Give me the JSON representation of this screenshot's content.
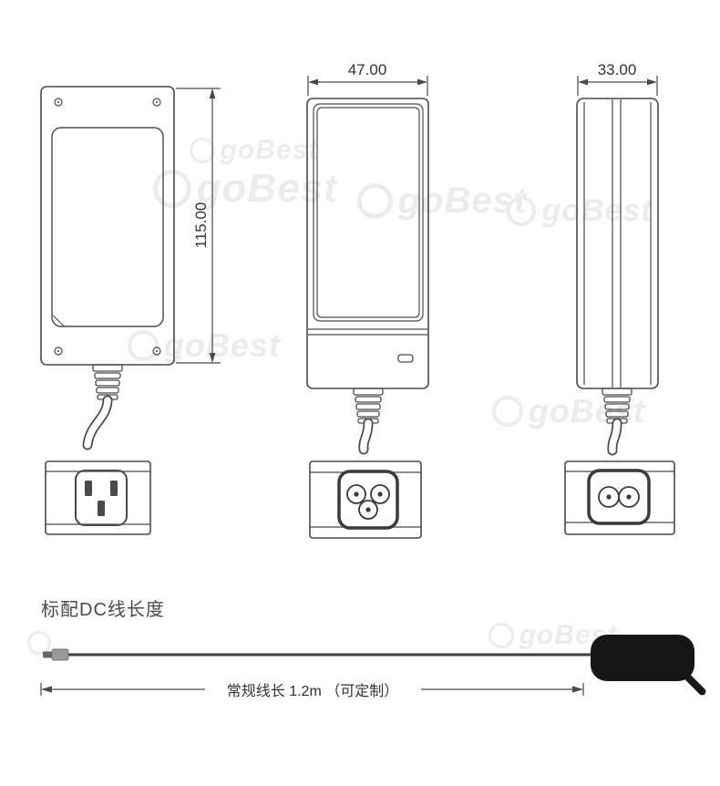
{
  "watermark": {
    "text": "goBest",
    "color": "#ececec"
  },
  "views": {
    "front": {
      "height_label": "115.00"
    },
    "side": {
      "width_label": "47.00"
    },
    "edge": {
      "width_label": "33.00"
    }
  },
  "cable_section": {
    "title": "标配DC线长度",
    "length_label": "常规线长 1.2m （可定制）"
  },
  "colors": {
    "line": "#4a4a4a",
    "text": "#333333",
    "plug": "#161616"
  }
}
